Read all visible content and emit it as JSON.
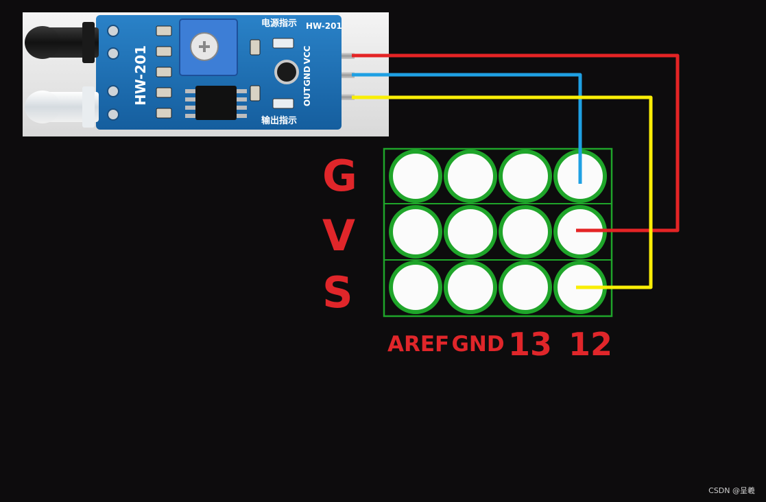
{
  "sensor_module": {
    "board_name": "HW-201",
    "pin_labels": [
      "VCC",
      "GND",
      "OUT"
    ],
    "power_indicator_label": "电源指示",
    "output_indicator_label": "输出指示"
  },
  "header_grid": {
    "rows": 3,
    "cols": 4,
    "row_labels": [
      "G",
      "V",
      "S"
    ],
    "column_labels": [
      "AREF",
      "GND",
      "13",
      "12"
    ]
  },
  "wires": [
    {
      "from_pin": "VCC",
      "to_row": "V",
      "to_column": "12",
      "color": "#e42425"
    },
    {
      "from_pin": "GND",
      "to_row": "G",
      "to_column": "12",
      "color": "#1fa0e3"
    },
    {
      "from_pin": "OUT",
      "to_row": "S",
      "to_column": "12",
      "color": "#f9ee06"
    }
  ],
  "colors": {
    "background": "#0d0c0d",
    "label_red": "#e0262a",
    "grid_green": "#1fa52a",
    "pad_white": "#fbfbfb",
    "pcb_blue": "#1b6fb8"
  },
  "watermark": "CSDN @呈羲"
}
